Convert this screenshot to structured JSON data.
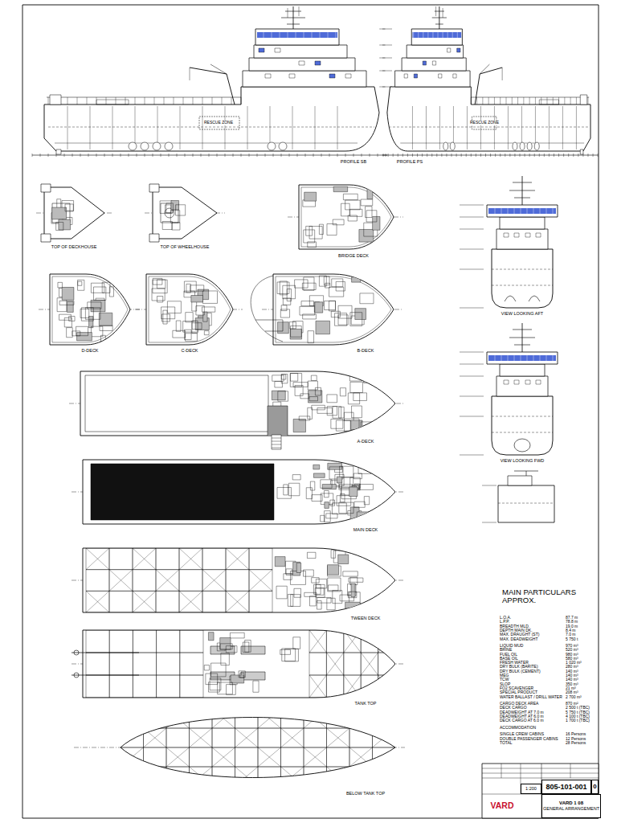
{
  "diagram": {
    "nodes": [
      {
        "text": [
          "1:200"
        ]
      },
      {
        "text": [
          "805-101-001"
        ]
      },
      {
        "text": [
          "0"
        ]
      },
      {
        "text": [
          "VARD 1 08",
          "GENERAL ARRANGEMENT"
        ]
      },
      {
        "text": [
          "VARD"
        ]
      }
    ],
    "labels": [
      "PROFILE SB",
      "PROFILE PS",
      "TOP OF DECKHOUSE",
      "TOP OF WHEELHOUSE",
      "BRIDGE DECK",
      "D-DECK",
      "C-DECK",
      "B-DECK",
      "A-DECK",
      "MAIN DECK",
      "TWEEN DECK",
      "TANK TOP",
      "BELOW TANK TOP",
      "VIEW LOOKING AFT",
      "VIEW LOOKING FWD",
      "RESCUE ZONE",
      "RESCUE ZONE",
      "MAIN PARTICULARS APPROX.",
      "L.O.A.",
      "87.7 m",
      "L.P.P.",
      "78.8 m",
      "BREADTH MLD.",
      "19.0 m",
      "DEPTH MAIN DK.",
      "8.4 m",
      "MAX. DRAUGHT (ST)",
      "7.0 m",
      "MAX. DEADWEIGHT",
      "5 750 t",
      "LIQUID MUD",
      "970 m³",
      "BRINE",
      "520 m³",
      "FUEL OIL",
      "980 m³",
      "BASE OIL",
      "580 m³",
      "FRESH WATER",
      "1 020 m³",
      "DRY BULK (BARITE)",
      "280 m³",
      "DRY BULK (CEMENT)",
      "140 m³",
      "MEG",
      "140 m³",
      "TCW",
      "140 m³",
      "SLOP",
      "350 m³",
      "FO2 SCAVENGER",
      "21 m³",
      "SPECIAL PRODUCT",
      "208 m³",
      "WATER BALLAST / DRILL WATER",
      "2 700 m³",
      "CARGO DECK AREA",
      "870 m²",
      "DECK CARGO",
      "2 500 t (TBC)",
      "DEADWEIGHT AT 7.0 m",
      "5 750 t (TBC)",
      "DEADWEIGHT AT 6.0 m",
      "4 100 t (TBC)",
      "DECK CARGO AT 6.0 m",
      "1 700 t (TBC)",
      "ACCOMMODATION",
      "SINGLE CREW CABINS",
      "16 Persons",
      "DOUBLE PASSENGER CABINS",
      "12 Persons",
      "TOTAL",
      "28 Persons"
    ]
  }
}
